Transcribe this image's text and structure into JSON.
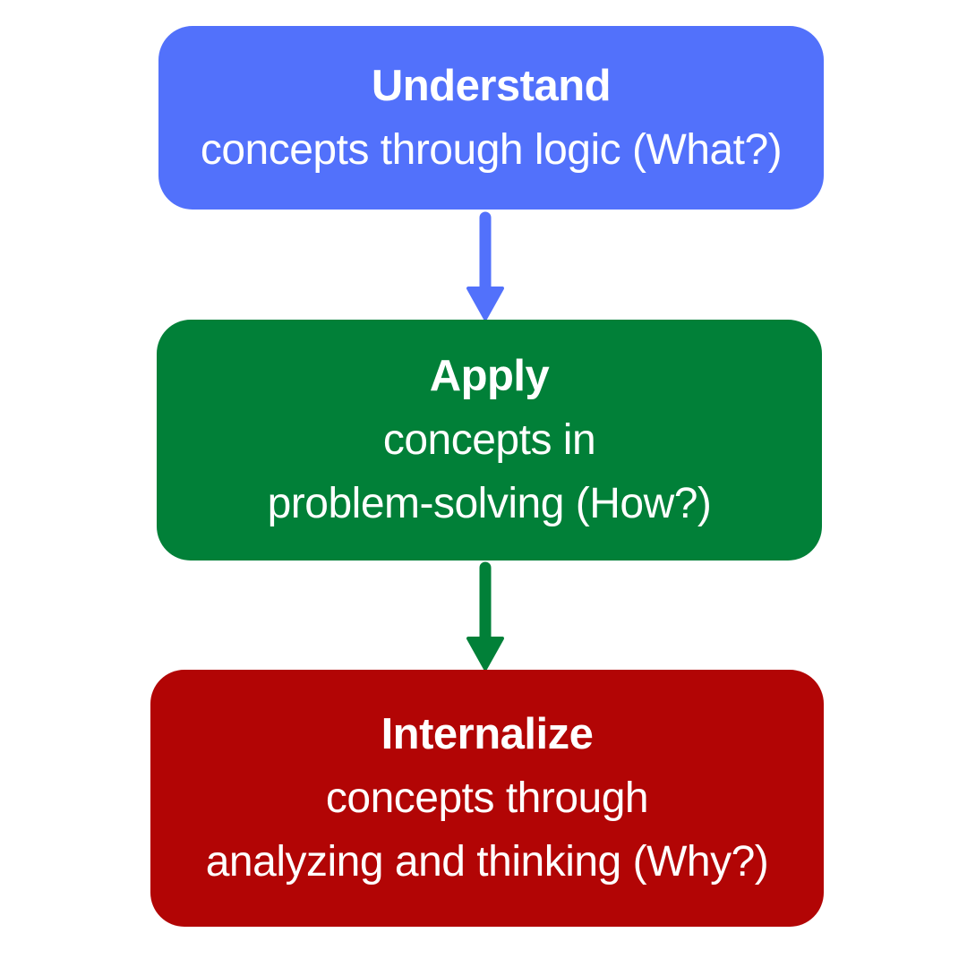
{
  "diagram": {
    "background_color": "#ffffff",
    "text_color": "#ffffff",
    "steps": [
      {
        "title": "Understand",
        "line1": "concepts through logic (What?)",
        "color": "#5271fb"
      },
      {
        "title": "Apply",
        "line1": "concepts in",
        "line2": "problem-solving (How?)",
        "color": "#018038"
      },
      {
        "title": "Internalize",
        "line1": "concepts through",
        "line2": "analyzing and thinking (Why?)",
        "color": "#b20505"
      }
    ],
    "arrows": [
      {
        "direction": "down",
        "color": "#5271fb"
      },
      {
        "direction": "down",
        "color": "#018038"
      }
    ]
  }
}
